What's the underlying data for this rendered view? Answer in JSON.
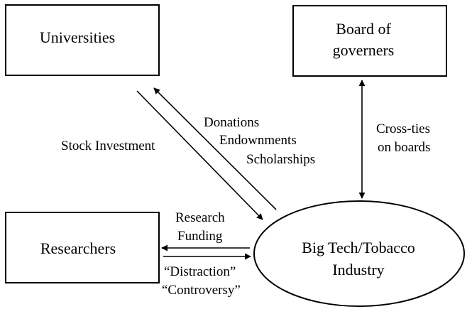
{
  "nodes": {
    "universities": {
      "label": "Universities"
    },
    "board": {
      "label_line1": "Board of",
      "label_line2": "governers"
    },
    "researchers": {
      "label": "Researchers"
    },
    "industry": {
      "label_line1": "Big Tech/Tobacco",
      "label_line2": "Industry"
    }
  },
  "edges": {
    "stock_investment": {
      "label": "Stock Investment"
    },
    "donations": {
      "line1": "Donations",
      "line2": "Endownments",
      "line3": "Scholarships"
    },
    "cross_ties": {
      "line1": "Cross-ties",
      "line2": "on boards"
    },
    "research_funding": {
      "line1": "Research",
      "line2": "Funding"
    },
    "distraction": {
      "line1": "“Distraction”",
      "line2": "“Controversy”"
    }
  },
  "colors": {
    "stroke": "#000000",
    "background": "#ffffff"
  }
}
